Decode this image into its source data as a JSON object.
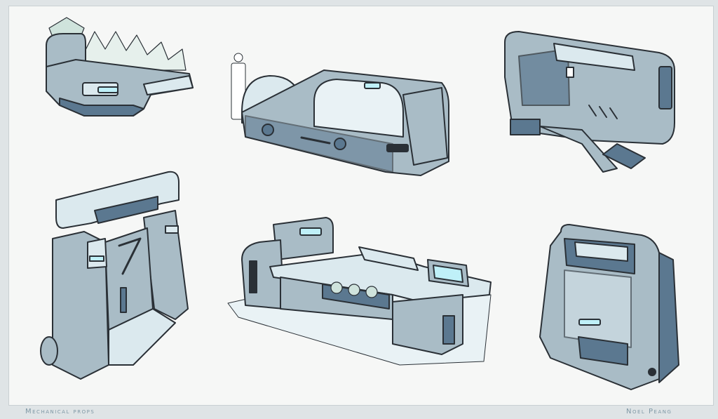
{
  "sheet": {
    "title": "Mechanical props",
    "artist": "Noel Peang"
  },
  "palette": {
    "background": "#dfe4e6",
    "panel": "#f6f7f6",
    "body": "#a9bcc6",
    "shade": "#5b7890",
    "light": "#dbe9ee",
    "glow": "#bff0f8",
    "outline": "#2a3036",
    "plant": "#cfe3dc"
  },
  "props": [
    {
      "id": "planter-unit",
      "desc": "planter-icon"
    },
    {
      "id": "scanner-bench",
      "desc": "bench-icon"
    },
    {
      "id": "wall-terminal",
      "desc": "terminal-icon"
    },
    {
      "id": "portal-frame",
      "desc": "portal-icon"
    },
    {
      "id": "control-desk",
      "desc": "desk-icon"
    },
    {
      "id": "storage-case",
      "desc": "case-icon"
    }
  ]
}
